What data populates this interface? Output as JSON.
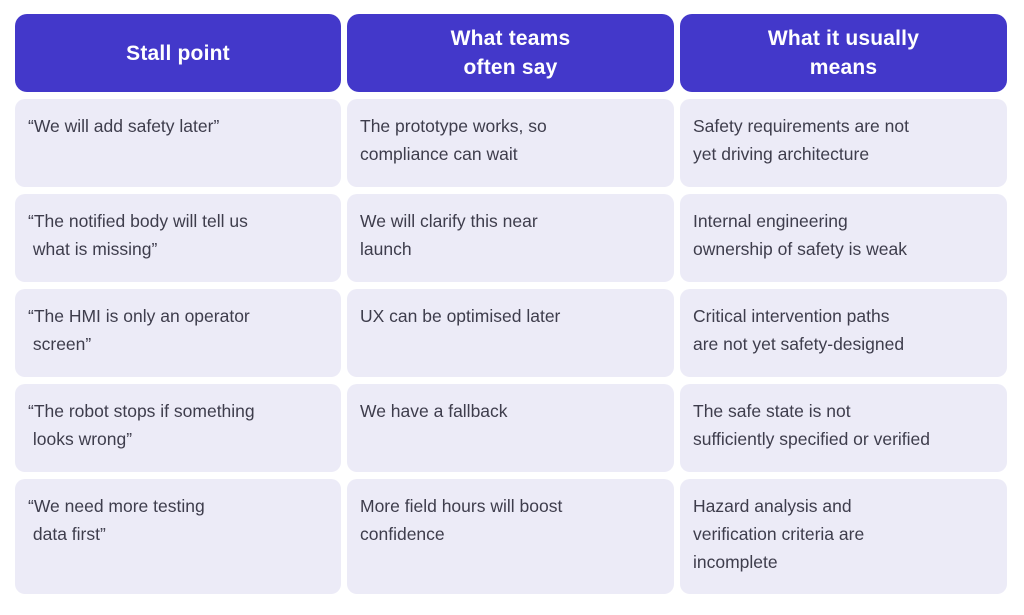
{
  "colors": {
    "header_bg": "#4338CA",
    "header_text": "#FFFFFF",
    "cell_bg": "#ECEBF7",
    "cell_text": "#3E3D4C",
    "page_bg": "#FFFFFF"
  },
  "chart_data": {
    "type": "table",
    "title": "",
    "columns": [
      "Stall point",
      "What teams\noften say",
      "What it usually\nmeans"
    ],
    "rows": [
      [
        "“We will add safety later”",
        "The prototype works, so\ncompliance can wait",
        "Safety requirements are not\nyet driving architecture"
      ],
      [
        "“The notified body will tell us\n what is missing”",
        "We will clarify this near\nlaunch",
        "Internal engineering\nownership of safety is weak"
      ],
      [
        "“The HMI is only an operator\n screen”",
        "UX can be optimised later",
        "Critical intervention paths\nare not yet safety-designed"
      ],
      [
        "“The robot stops if something\n looks wrong”",
        "We have a fallback",
        "The safe state is not\nsufficiently specified or verified"
      ],
      [
        "“We need more testing\n data first”",
        "More field hours will boost\nconfidence",
        "Hazard analysis and\nverification criteria are\nincomplete"
      ]
    ]
  }
}
